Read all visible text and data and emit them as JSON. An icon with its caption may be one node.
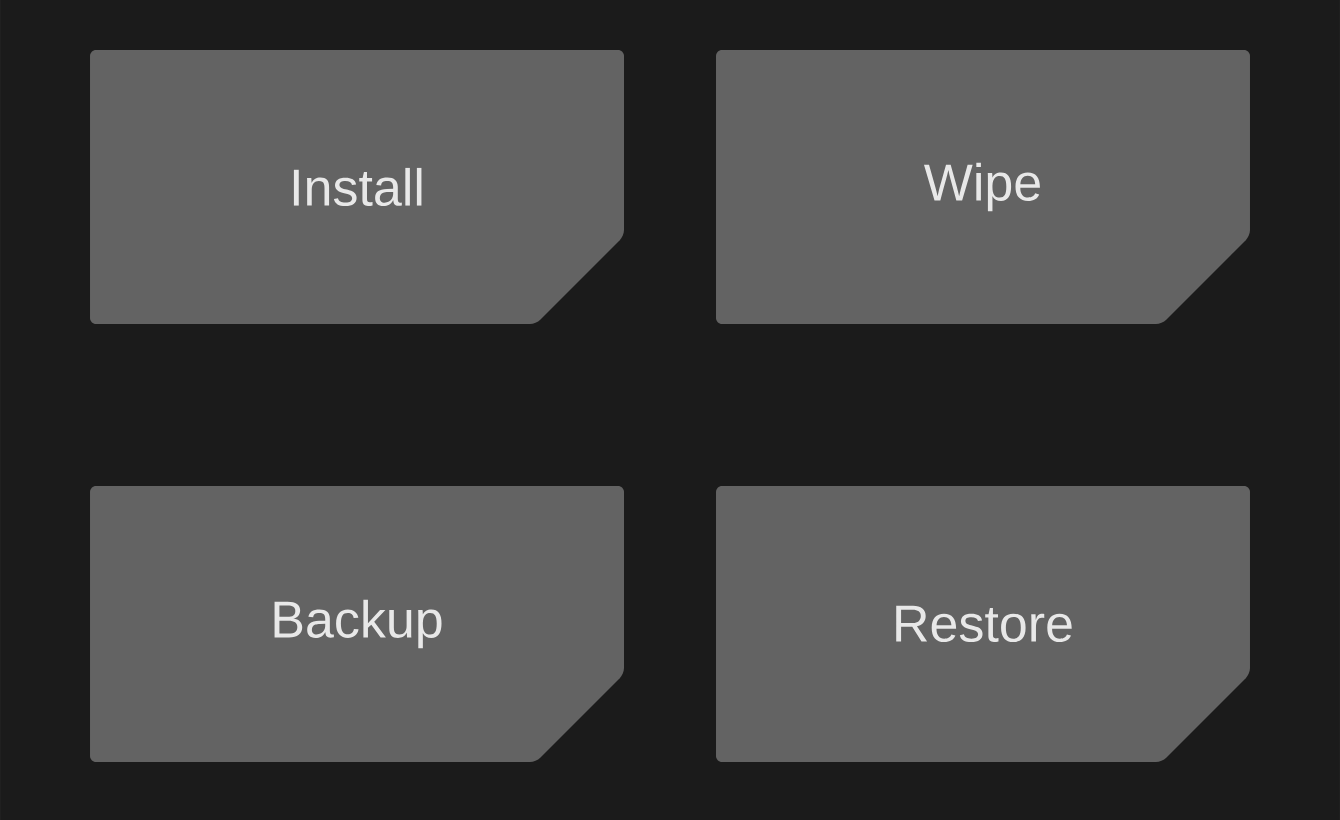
{
  "diagram": {
    "nodes": [
      {
        "text": [
          "Install"
        ]
      },
      {
        "text": [
          "Wipe"
        ]
      },
      {
        "text": [
          "Backup"
        ]
      },
      {
        "text": [
          "Restore"
        ]
      }
    ]
  }
}
